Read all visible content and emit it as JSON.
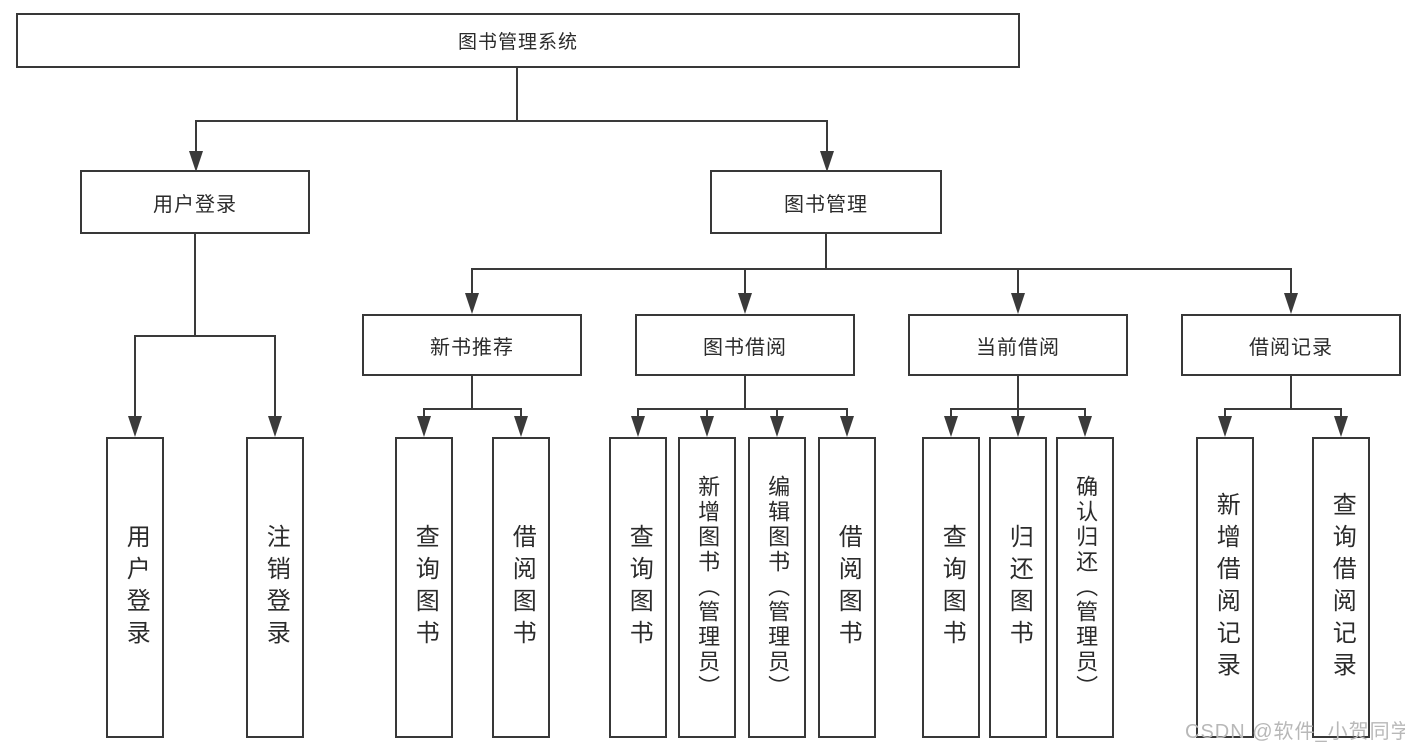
{
  "diagram": {
    "type": "hierarchy-functional-structure",
    "root": {
      "label": "图书管理系统"
    },
    "level2": [
      {
        "label": "用户登录"
      },
      {
        "label": "图书管理"
      }
    ],
    "level3": [
      {
        "label": "新书推荐",
        "parent": "图书管理"
      },
      {
        "label": "图书借阅",
        "parent": "图书管理"
      },
      {
        "label": "当前借阅",
        "parent": "图书管理"
      },
      {
        "label": "借阅记录",
        "parent": "图书管理"
      }
    ],
    "leaves": [
      {
        "label": "用户登录",
        "parent": "用户登录"
      },
      {
        "label": "注销登录",
        "parent": "用户登录"
      },
      {
        "label": "查询图书",
        "parent": "新书推荐"
      },
      {
        "label": "借阅图书",
        "parent": "新书推荐"
      },
      {
        "label": "查询图书",
        "parent": "图书借阅"
      },
      {
        "label": "新增图书（管理员）",
        "parent": "图书借阅"
      },
      {
        "label": "编辑图书（管理员）",
        "parent": "图书借阅"
      },
      {
        "label": "借阅图书",
        "parent": "图书借阅"
      },
      {
        "label": "查询图书",
        "parent": "当前借阅"
      },
      {
        "label": "归还图书",
        "parent": "当前借阅"
      },
      {
        "label": "确认归还（管理员）",
        "parent": "当前借阅"
      },
      {
        "label": "新增借阅记录",
        "parent": "借阅记录"
      },
      {
        "label": "查询借阅记录",
        "parent": "借阅记录"
      }
    ]
  },
  "watermark": {
    "text": "CSDN @软件_小贺同学",
    "color": "#b8b8b8"
  },
  "colors": {
    "line": "#3a3a3a",
    "text": "#2b2b2b",
    "background": "#ffffff"
  }
}
